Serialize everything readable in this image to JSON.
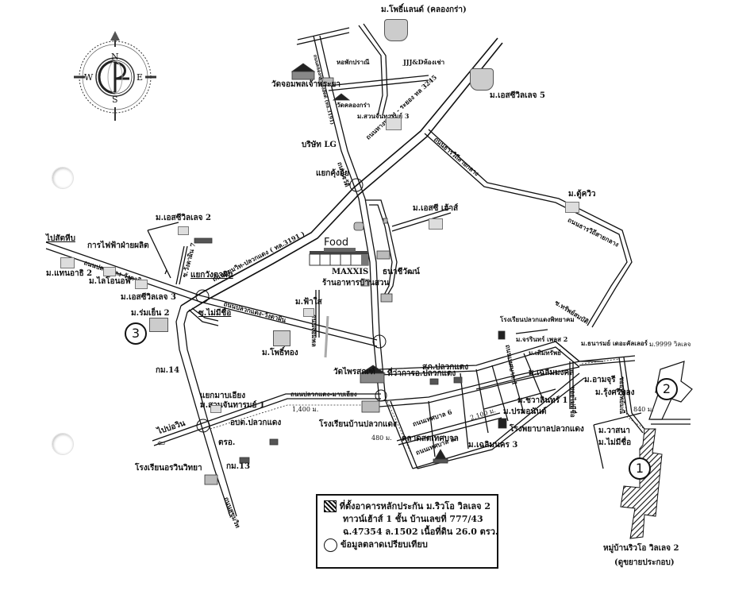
{
  "map": {
    "title_hidden": "แผนที่ตั้งทรัพย์สิน",
    "compass": {
      "n": "N",
      "s": "S",
      "e": "E",
      "w": "W"
    },
    "legend": {
      "subject_line1": "ที่ตั้งอาคารหลักประกัน ม.ริวโอ วิลเลจ 2",
      "subject_line2": "ทาวน์เฮ้าส์ 1 ชั้น  บ้านเลขที่ 777/43",
      "subject_line3": "ฉ.47354 ล.1502 เนื้อที่ดิน 26.0 ตรว.",
      "comparable": "ข้อมูลตลาดเปรียบเทียบ"
    },
    "markers": {
      "m1": "1",
      "m2": "2",
      "m3": "3"
    },
    "places": {
      "pothi_land": "ม.โพธิ์แลนด์ (คลองกร่า)",
      "water_tower": "หอพักปราณี",
      "jjj": "JJJ&Dห้องเช่า",
      "wat_amphon": "วัดจอมพลเจ้าพระยา",
      "wat_khlong_kra": "วัดคลองกร่า",
      "suan_chan_3": "ม.สวนจันทารมย์ 3",
      "es_village_5": "ม.เอสซีวิลเลจ 5",
      "lg": "บริษัท LG",
      "yaek_khung": "แยกคุ้งอุ้ย",
      "es_house": "ม.เอสซี เฮ้าส์",
      "tu_view": "ม.ตู้ควิว",
      "es_village_2": "ม.เอสซีวิลเลจ 2",
      "to_sattahip": "ไปสัตหีบ",
      "egat": "การไฟฟ้าฝ่ายผลิต",
      "thanthai": "ม.แทนอาธิ 2",
      "lion": "ม.ไลโอนอฟ",
      "es_village_3": "ม.เอสซีวิลเลจ 3",
      "rom_yen": "ม.ร่มเย็น 2",
      "yaek_wang": "แยกวังตาผิน",
      "soi_wang": "ซ.วังตาผิน 7",
      "soi_nameless": "ซ.ไม่มีชื่อ",
      "food": "Food",
      "maxxis": "MAXXIS",
      "restaurant": "ร้านอาหารบ้านสวน",
      "thanachiwat": "ธนาชีวัฒน์",
      "fa_sai": "ม.ฟ้าใส",
      "pothi_thong": "ม.โพธิ์ทอง",
      "school_pluak_pittayakhom": "โรงเรียนปลวกแดงพิทยาคม",
      "chanin_2": "ม.จรรินทร์ เพลส 2",
      "thanarom": "ม.ธนารมย์ เดอะคัลเลอร์",
      "village_9999": "ม.9999 วิลเลจ",
      "toem_sap": "ม.เติมทรัพย์",
      "chaloem_mongkol": "ม.เฉลิมมงคล",
      "arm_uri": "ม.อามจุรี",
      "rung_sri": "ม.รุ้งศรีทอง",
      "chawalin": "ม.ชวาลินทร์ 1",
      "porn": "ม.ปรมอนันต์",
      "hospital": "โรงพยาบาลปลวกแดง",
      "wasana": "ม.วาสนา",
      "no_name_village": "ม.ไม่มีชื่อ",
      "wat_phrai": "วัดไพรสณฑ์",
      "district_office": "ที่ว่าการอ.ปลวกแดง",
      "police": "สภ.ปลวกแดง",
      "school_pluak": "โรงเรียนบ้านปลวกแดง",
      "market": "ตลาดสดเทศบาล",
      "chaloem_nakhon": "ม.เฉลิมนคร 3",
      "km14": "กม.14",
      "km13": "กม.13",
      "yaek_map": "แยกมาบเอียง",
      "suan_chan_1": "ม.สวนจันทารมย์ 1",
      "oboto": "อบต.ปลวกแดง",
      "to_bowin": "ไปบ่อวิน",
      "police_box": "ตรอ.",
      "school_orawin": "โรงเรียนอรวินวิทยา",
      "ryo_village": "หมู่บ้านริวโอ วิลเลจ 2",
      "ryo_village_sub": "(ดูขยายประกอบ)"
    },
    "roads": {
      "hw3245": "ถนนทางหลวง - ระยอง ทล 3245",
      "sukhumvit": "ถนนสุขุมวิท-ปลวกแดง ( ทล.3191 )",
      "pluak_wang": "ถนนปลวกแดง-วังตาผิน",
      "pluak_wang2": "ถนนปลวกแดง-วังตาผิน",
      "kongdin": "ถนนเรวัติ",
      "bypass": "ถนนธารวิถีสายกลาง",
      "bypass_s": "ถนนธารวิถีสายกลาง",
      "soi_sap": "ซ.ทรัพย์สมบัติ",
      "pluak_map": "ถนนปลวกแดง-มาบเอียง",
      "municipal6": "ถนนเทศบาล 6",
      "municipal8": "ถนนเทศบาล 8",
      "municipal1": "ถนนเทศบาล 1",
      "soi_mai": "ซอยไม่มีชื่อ",
      "soi_sap2": "ซอยทรัพย์มณี",
      "sukhumvit_s": "ถนนสุขุมวิท",
      "soi_fa": "ถนนจอมพล",
      "vertical_north": "ถนนเรวัติ",
      "sukhumvit_north": "ถนนคลองกร่า-วังสัตต์ (ทล.3191)"
    },
    "distances": {
      "d1400": "1,400 ม.",
      "d480": "480 ม.",
      "d2100": "2,100 ม.",
      "d840": "840 ม."
    }
  }
}
